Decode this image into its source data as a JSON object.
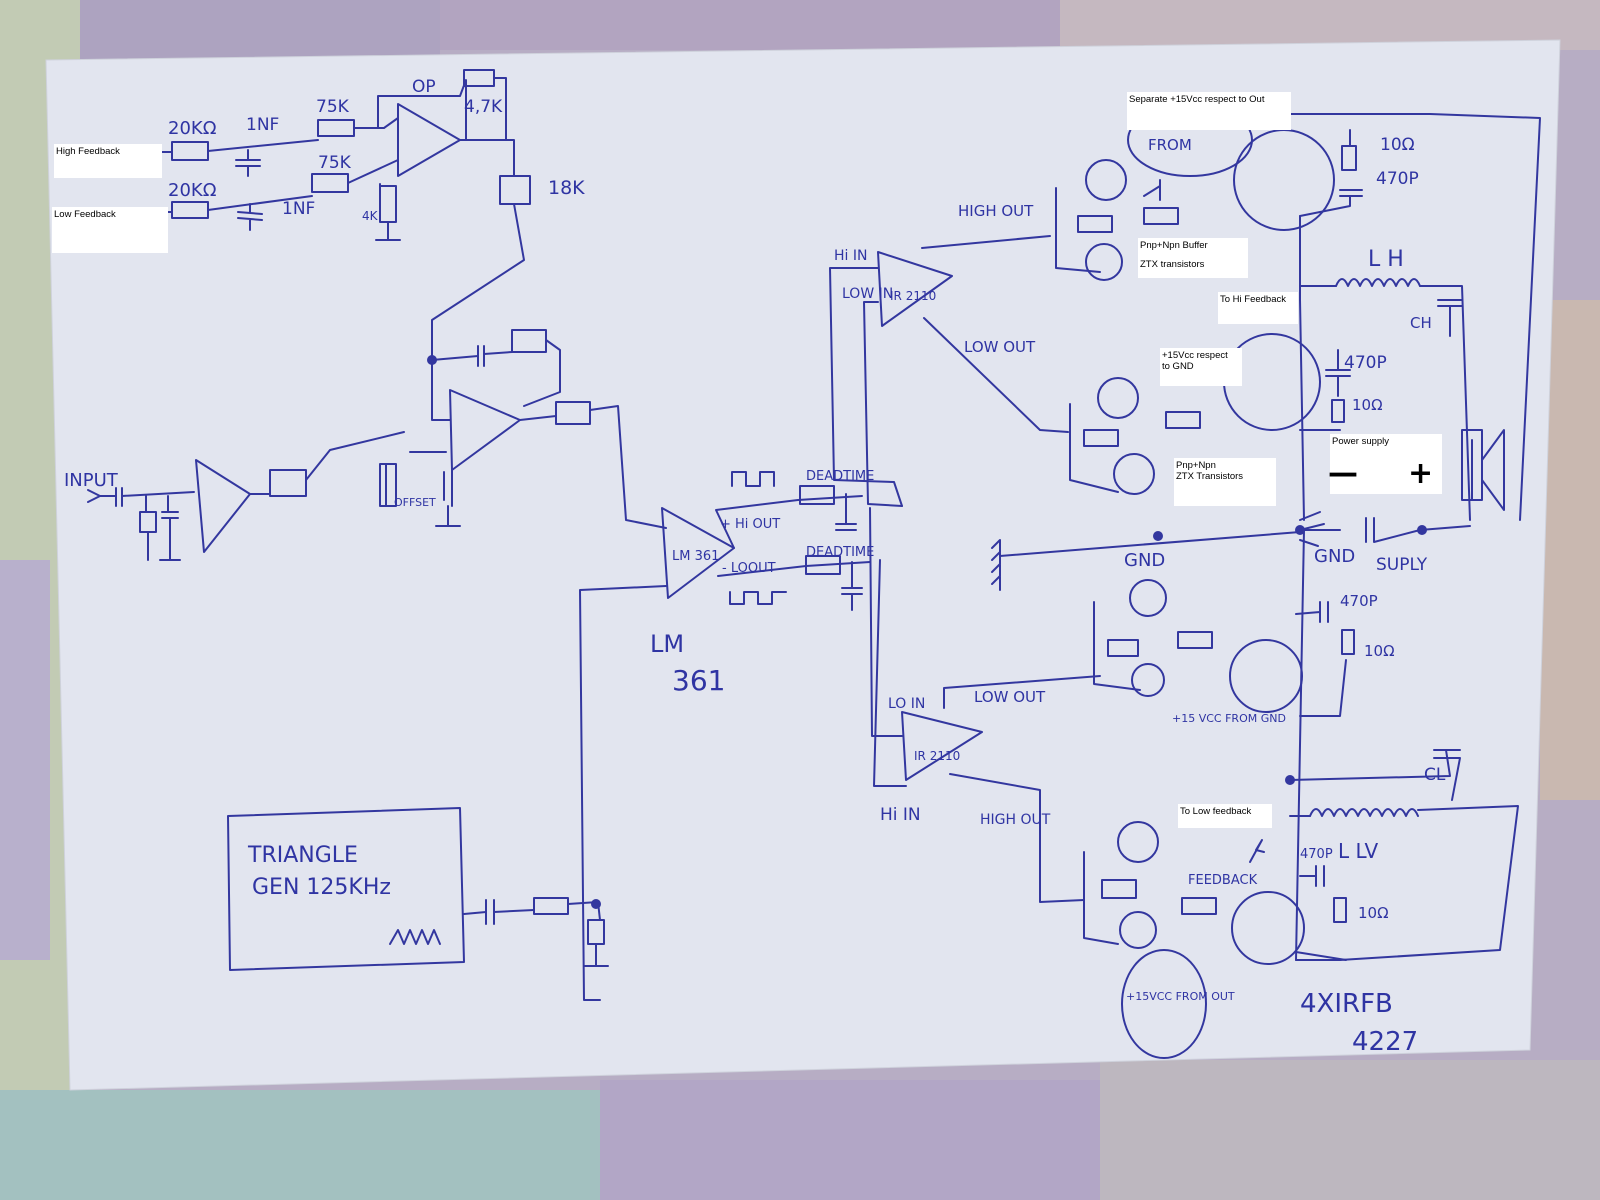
{
  "annotations": {
    "high_feedback": "High Feedback",
    "low_feedback": "Low Feedback",
    "separate_15vcc": "Separate +15Vcc respect to Out",
    "buffer_line1": "Pnp+Npn Buffer",
    "buffer_line2": "ZTX transistors",
    "to_hi_feedback": "To Hi Feedback",
    "vcc_gnd_line1": "+15Vcc respect",
    "vcc_gnd_line2": "to GND",
    "power_supply": "Power supply",
    "ps_minus": "—",
    "ps_plus": "+",
    "ztx_line1": "Pnp+Npn",
    "ztx_line2": "ZTX Transistors",
    "to_low_feedback": "To Low feedback"
  },
  "handwritten": {
    "r20k_top": "20KΩ",
    "c1nf_top": "1NF",
    "r75k_top": "75K",
    "r20k_bot": "20KΩ",
    "c1nf_bot": "1NF",
    "r75k_bot": "75K",
    "op": "OP",
    "r47k": "4,7K",
    "r18k": "18K",
    "r4k": "4K",
    "input": "INPUT",
    "offset": "OFFSET",
    "comp": "LM 361",
    "lm_big1": "LM",
    "lm_big2": "361",
    "hi_out": "+ Hi OUT",
    "lo_out": "- LOOUT",
    "deadtime1": "DEADTIME",
    "deadtime2": "DEADTIME",
    "high_out": "HIGH OUT",
    "low_out": "LOW OUT",
    "hi_in": "Hi IN",
    "low_in": "LOW IN",
    "ir2110_top": "IR 2110",
    "ir2110_bot": "IR 2110",
    "lo_in": "LO IN",
    "low_out2": "LOW OUT",
    "hi_in2": "Hi IN",
    "high_out2": "HIGH OUT",
    "front": "FROM",
    "r10_1": "10Ω",
    "c470_1": "470P",
    "lh": "L H",
    "ch": "CH",
    "c470_2": "470P",
    "r10_2": "10Ω",
    "gnd1": "GND",
    "gnd2": "GND",
    "supply": "SUPLY",
    "c470_3": "470P",
    "r10_3": "10Ω",
    "vcc_from_gnd": "+15 VCC FROM GND",
    "cl": "CL",
    "ll": "L LV",
    "feedback": "FEEDBACK",
    "c470_4": "470P",
    "r10_4": "10Ω",
    "vcc_from_out": "+15VCC FROM OUT",
    "mosfets1": "4XIRFB",
    "mosfets2": "4227",
    "triangle1": "TRIANGLE",
    "triangle2": "GEN   125KHz"
  }
}
